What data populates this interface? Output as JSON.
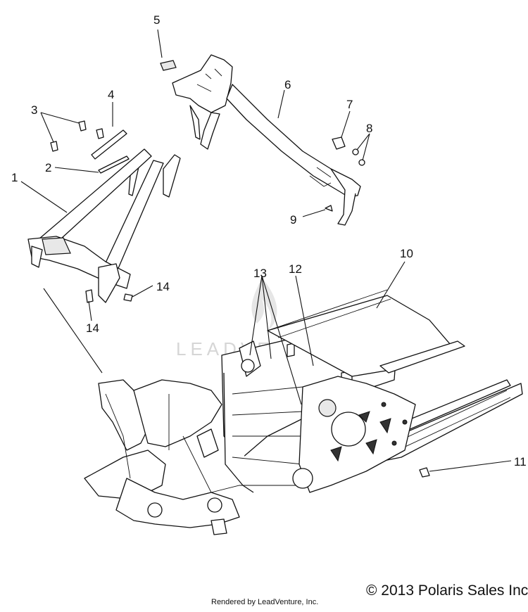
{
  "callouts": [
    "1",
    "2",
    "3",
    "4",
    "5",
    "6",
    "7",
    "8",
    "9",
    "10",
    "11",
    "12",
    "13",
    "14"
  ],
  "watermark": "LEADVENTURE",
  "copyright": "© 2013 Polaris Sales Inc.",
  "rendered_by": "Rendered by LeadVenture, Inc."
}
